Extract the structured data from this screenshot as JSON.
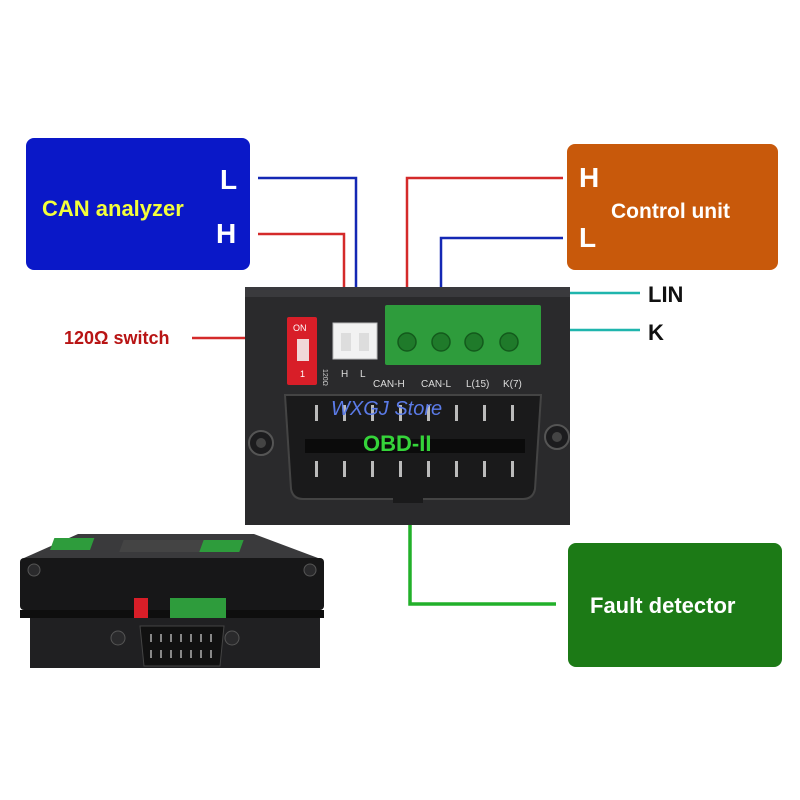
{
  "can_analyzer": {
    "title": "CAN analyzer",
    "pin_top": "L",
    "pin_bottom": "H"
  },
  "control_unit": {
    "title": "Control unit",
    "pin_top": "H",
    "pin_bottom": "L"
  },
  "fault_detector": {
    "title": "Fault detector"
  },
  "lin_label": "LIN",
  "k_label": "K",
  "switch_label": "120Ω switch",
  "device": {
    "watermark": "WXGJ Store",
    "obd_label": "OBD-II",
    "dip_on": "ON",
    "dip_number": "1",
    "dip_side": "120Ω",
    "connector_h": "H",
    "connector_l": "L",
    "terminal_labels": [
      "CAN-H",
      "CAN-L",
      "L(15)",
      "K(7)"
    ]
  },
  "colors": {
    "can_box": "#0a18c8",
    "control_box": "#c8590b",
    "fault_box": "#1c7a16",
    "wire_red": "#d42a2a",
    "wire_blue": "#1428b4",
    "wire_cyan": "#1fb5ad",
    "wire_green": "#22b02a",
    "switch_label": "#b81414"
  }
}
